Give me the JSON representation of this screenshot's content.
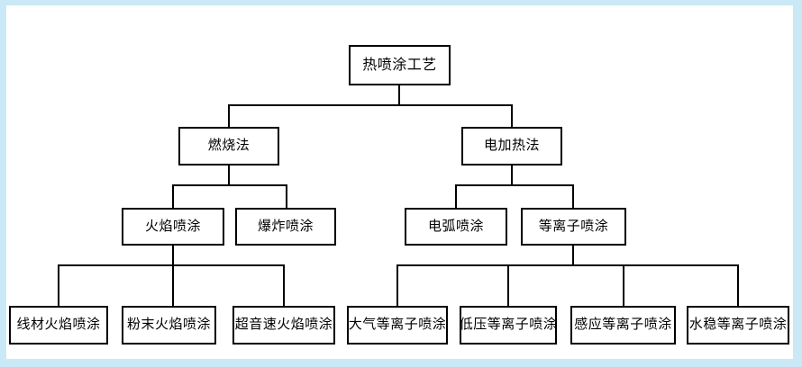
{
  "diagram": {
    "type": "tree-flowchart",
    "language": "zh-CN",
    "tree": {
      "label": "热喷涂工艺",
      "children": [
        {
          "label": "燃烧法",
          "children": [
            {
              "label": "火焰喷涂",
              "children": [
                {
                  "label": "线材火焰喷涂"
                },
                {
                  "label": "粉末火焰喷涂"
                },
                {
                  "label": "超音速火焰喷涂"
                }
              ]
            },
            {
              "label": "爆炸喷涂"
            }
          ]
        },
        {
          "label": "电加热法",
          "children": [
            {
              "label": "电弧喷涂"
            },
            {
              "label": "等离子喷涂",
              "children": [
                {
                  "label": "大气等离子喷涂"
                },
                {
                  "label": "低压等离子喷涂"
                },
                {
                  "label": "感应等离子喷涂"
                },
                {
                  "label": "水稳等离子喷涂"
                }
              ]
            }
          ]
        }
      ]
    },
    "colors": {
      "page_background": "#c9e9f7",
      "canvas_background": "#ffffff",
      "box_border": "#000000",
      "connector_line": "#000000",
      "text": "#000000"
    }
  }
}
